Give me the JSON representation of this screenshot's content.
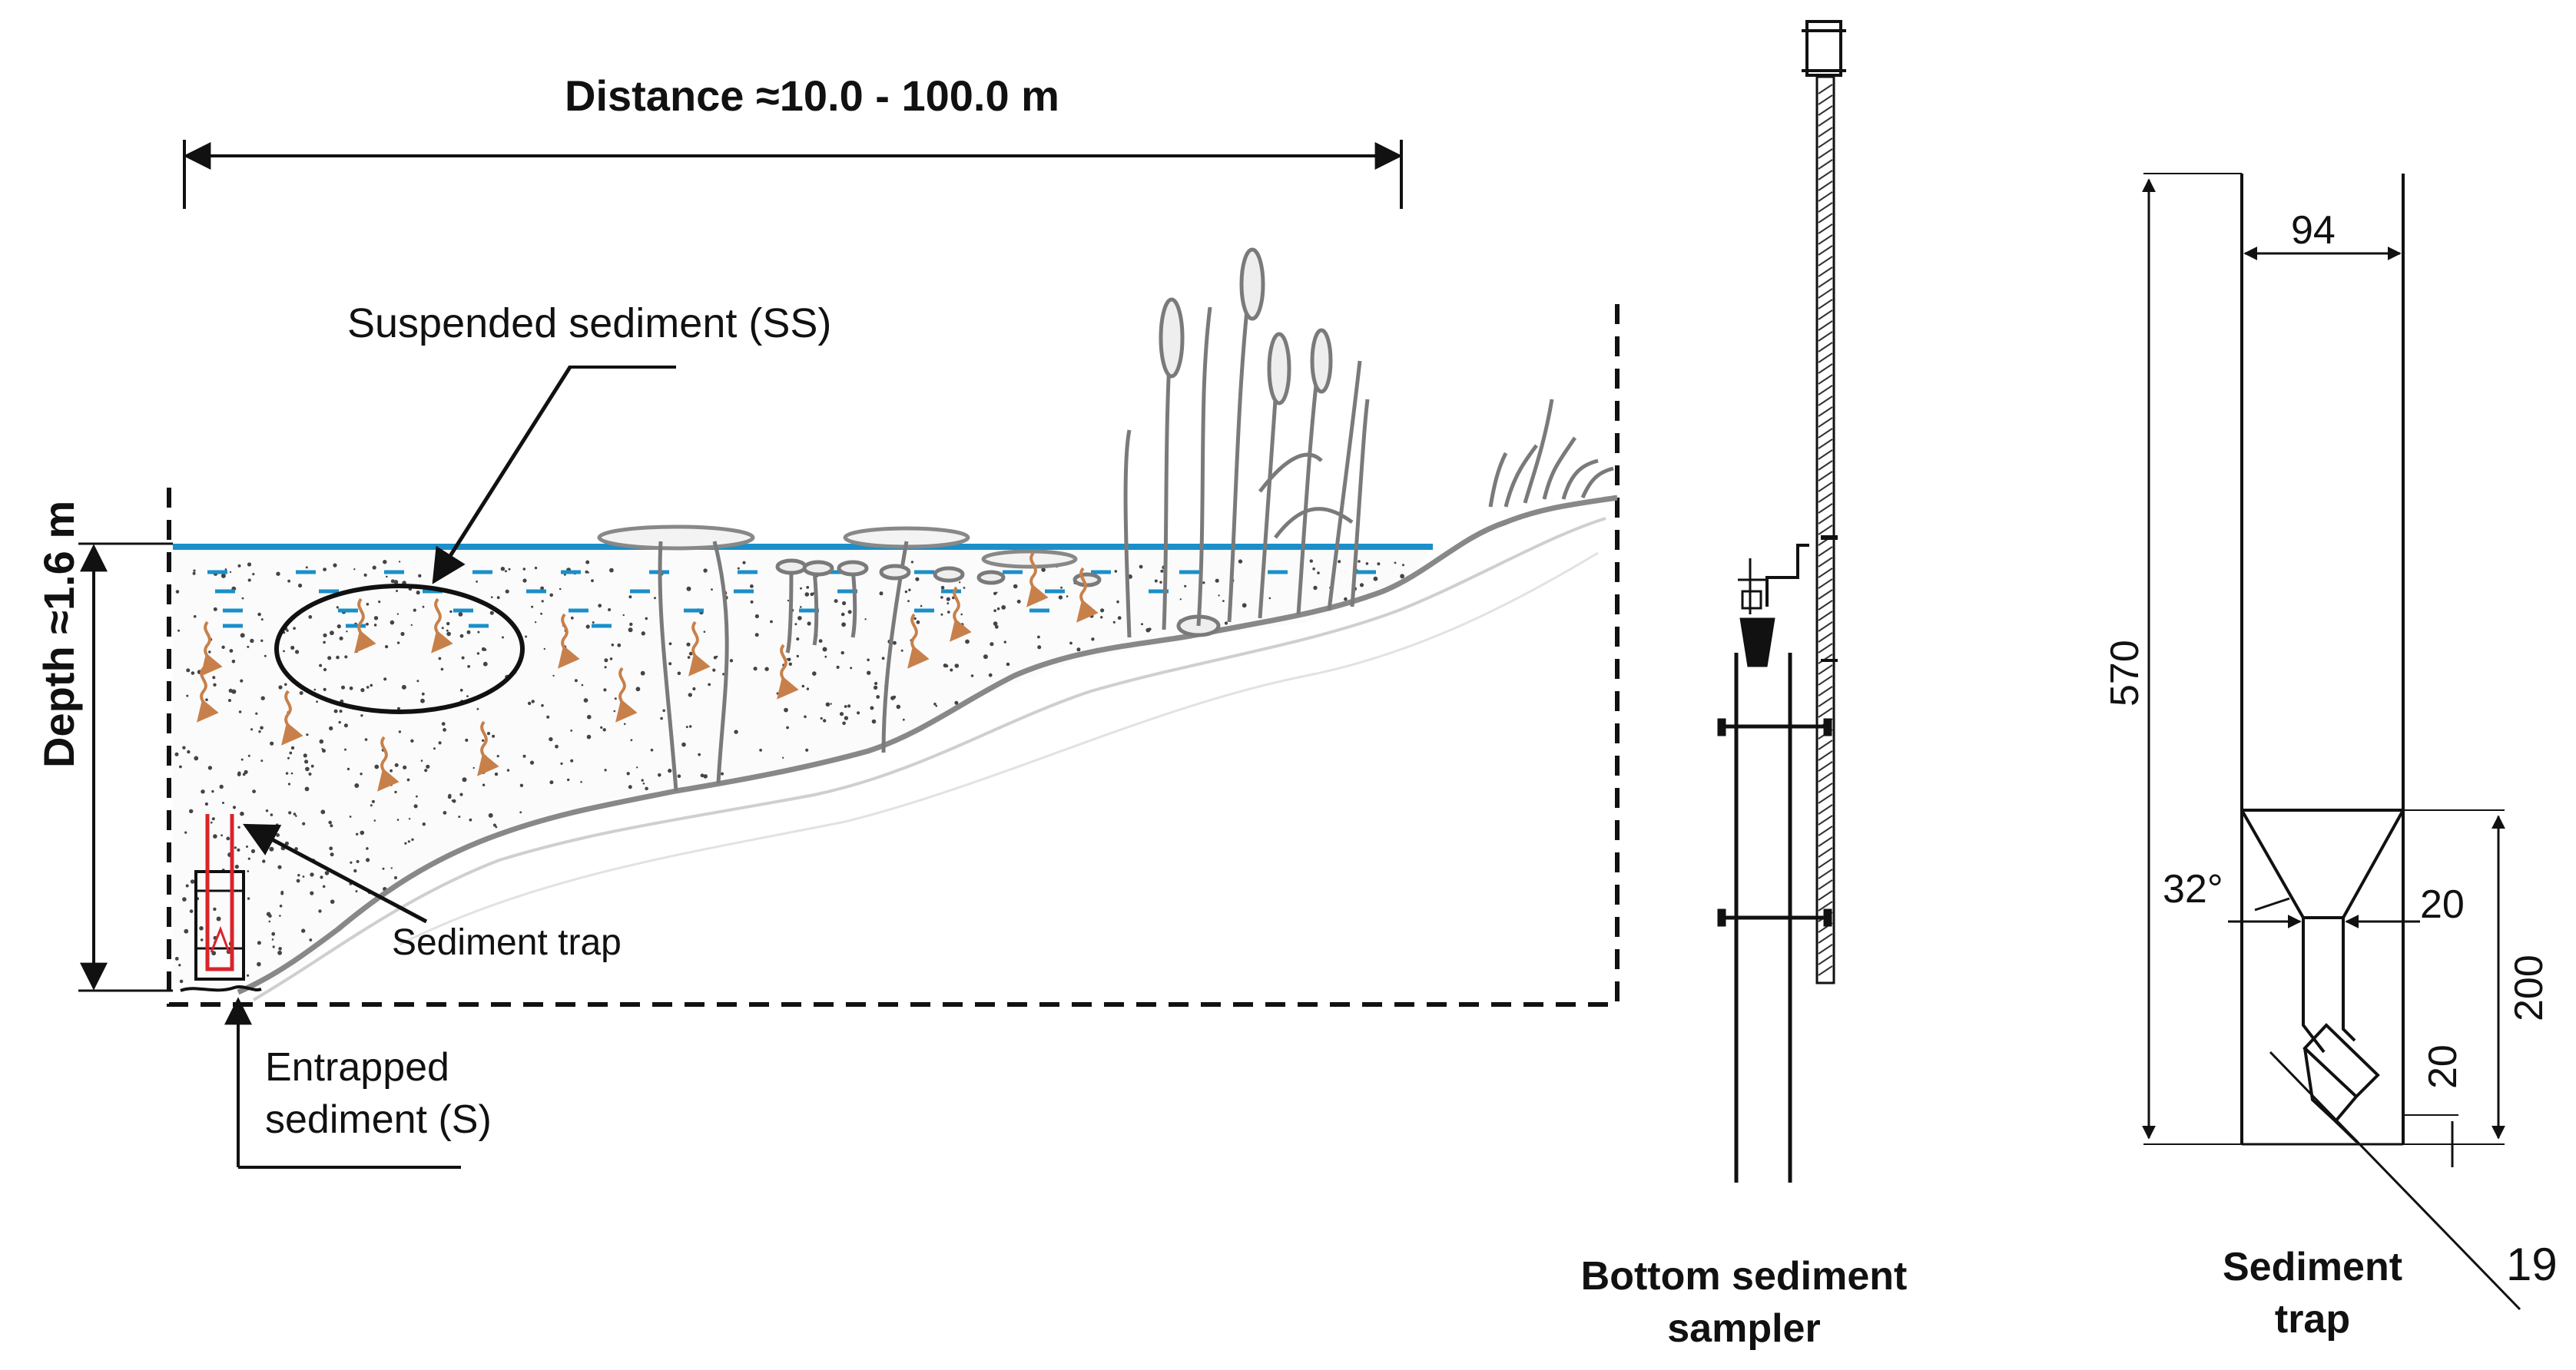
{
  "lake_section": {
    "distance_label": "Distance ≈10.0 - 100.0 m",
    "depth_label": "Depth ≈1.6 m",
    "suspended_sediment_label": "Suspended sediment (SS)",
    "sediment_trap_label": "Sediment trap",
    "entrapped_line1": "Entrapped",
    "entrapped_line2": "sediment  (S)"
  },
  "sampler": {
    "caption_line1": "Bottom sediment",
    "caption_line2": "sampler"
  },
  "trap_drawing": {
    "caption_line1": "Sediment",
    "caption_line2": "trap",
    "dim_width": "94",
    "dim_height_total": "570",
    "dim_angle": "32°",
    "dim_neck": "20",
    "dim_lower_height": "200",
    "dim_small": "20",
    "dim_diagonal": "19"
  },
  "colors": {
    "water": "#1a8fc9",
    "dash": "#1a8fc9",
    "arrow": "#c8804a",
    "trap": "#d9232a",
    "ink": "#111111",
    "plant": "#777777"
  }
}
